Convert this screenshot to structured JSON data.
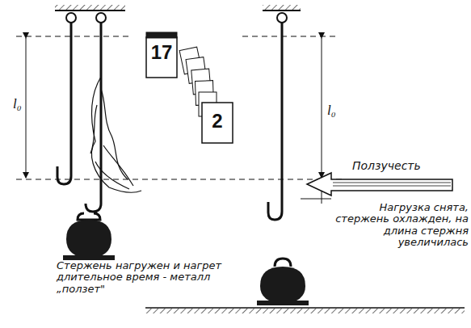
{
  "diagram": {
    "labels": [
      "l₀",
      "l₀",
      "17",
      "2",
      "Ползучесть",
      "Нагрузка снята, стержень охлажден, на длина стержня увеличилась",
      "Стержень нагружен и нагрет длительное время - металл „ползет\""
    ]
  }
}
